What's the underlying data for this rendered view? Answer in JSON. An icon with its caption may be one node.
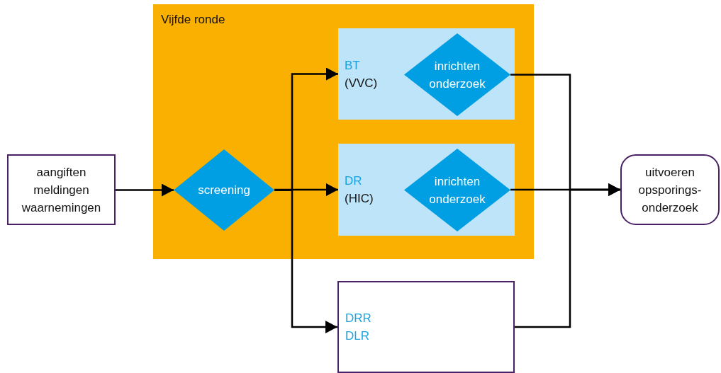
{
  "diagram": {
    "nodes": [
      {
        "text": [
          "aangiften meldingen waarnemingen"
        ]
      },
      {
        "text": [
          "Vijfde ronde"
        ]
      },
      {
        "text": [
          "screening"
        ],
        "in": 1
      },
      {
        "text": [
          "BT",
          "(VVC)"
        ],
        "in": 1
      },
      {
        "text": [
          "inrichten onderzoek"
        ],
        "in": 3
      },
      {
        "text": [
          "DR",
          "(HIC)"
        ],
        "in": 1
      },
      {
        "text": [
          "inrichten onderzoek"
        ],
        "in": 5
      },
      {
        "text": [
          "DRR",
          "DLR"
        ]
      },
      {
        "text": [
          "uitvoeren opsporings-onderzoek"
        ]
      }
    ],
    "edges": [
      {
        "from": 0,
        "to": 2,
        "arrow": "to"
      },
      {
        "from": 2,
        "to": 3,
        "arrow": "to"
      },
      {
        "from": 2,
        "to": 5,
        "arrow": "to"
      },
      {
        "from": 2,
        "to": 7,
        "arrow": "to"
      },
      {
        "from": 4,
        "to": 8,
        "arrow": "to"
      },
      {
        "from": 6,
        "to": 8,
        "arrow": "to"
      },
      {
        "from": 7,
        "to": 8,
        "arrow": "to"
      }
    ]
  }
}
